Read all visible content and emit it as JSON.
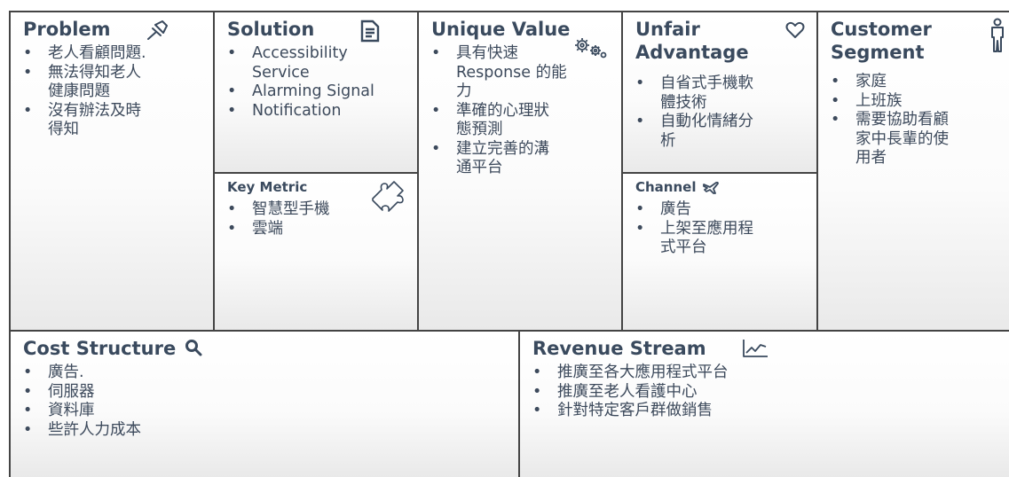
{
  "problem": {
    "title": "Problem",
    "icon": "pin-icon",
    "items": [
      [
        "老人看顧問題."
      ],
      [
        "無法得知老人",
        "健康問題"
      ],
      [
        "沒有辦法及時",
        "得知"
      ]
    ]
  },
  "solution": {
    "title": "Solution",
    "icon": "document-icon",
    "items": [
      [
        "Accessibility",
        "Service"
      ],
      [
        "Alarming Signal"
      ],
      [
        "Notification"
      ]
    ]
  },
  "key_metric": {
    "title": "Key Metric",
    "icon": "puzzle-icon",
    "items": [
      [
        "智慧型手機"
      ],
      [
        "雲端"
      ]
    ]
  },
  "unique_value": {
    "title": "Unique Value",
    "icon": "gears-icon",
    "items": [
      [
        "具有快速",
        "Response 的能",
        "力"
      ],
      [
        "準確的心理狀",
        "態預測"
      ],
      [
        "建立完善的溝",
        "通平台"
      ]
    ]
  },
  "unfair_advantage": {
    "title_lines": [
      "Unfair",
      "Advantage"
    ],
    "icon": "heart-icon",
    "items": [
      [
        "自省式手機軟",
        "體技術"
      ],
      [
        "自動化情緒分",
        "析"
      ]
    ]
  },
  "channel": {
    "title": "Channel",
    "icon": "airplane-icon",
    "items": [
      [
        "廣告"
      ],
      [
        "上架至應用程",
        "式平台"
      ]
    ]
  },
  "customer_segment": {
    "title_lines": [
      "Customer",
      "Segment"
    ],
    "icon": "person-icon",
    "items": [
      [
        "家庭"
      ],
      [
        "上班族"
      ],
      [
        "需要協助看顧",
        "家中長輩的使",
        "用者"
      ]
    ]
  },
  "cost_structure": {
    "title": "Cost Structure",
    "icon": "magnifier-icon",
    "items": [
      [
        "廣告."
      ],
      [
        "伺服器"
      ],
      [
        "資料庫"
      ],
      [
        "些許人力成本"
      ]
    ]
  },
  "revenue_stream": {
    "title": "Revenue Stream",
    "icon": "line-chart-icon",
    "items": [
      [
        "推廣至各大應用程式平台"
      ],
      [
        "推廣至老人看護中心"
      ],
      [
        "針對特定客戶群做銷售"
      ]
    ]
  }
}
